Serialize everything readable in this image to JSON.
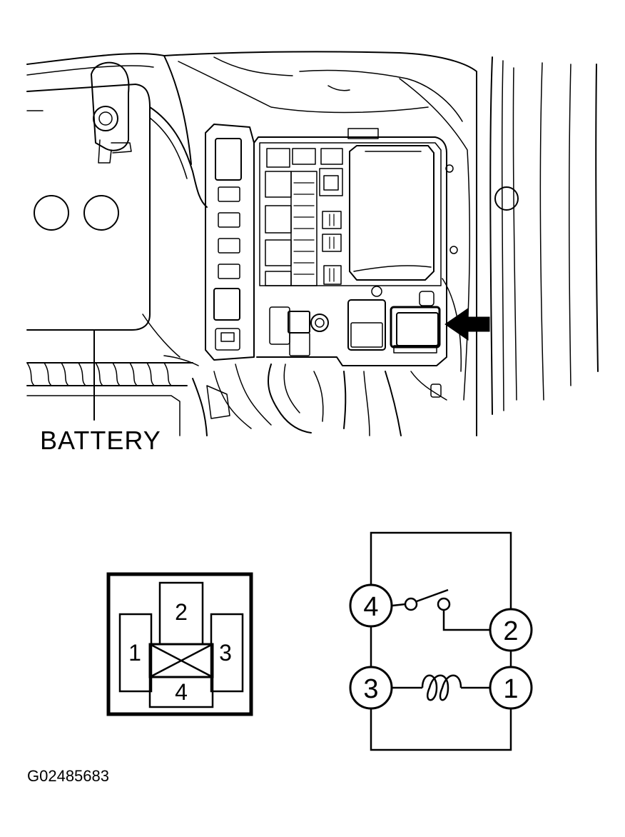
{
  "callouts": {
    "battery": "BATTERY"
  },
  "figure_id": "G02485683",
  "connector_view": {
    "pins": [
      "2",
      "1",
      "3",
      "4"
    ]
  },
  "relay_circuit": {
    "terminals": [
      "4",
      "2",
      "3",
      "1"
    ]
  },
  "colors": {
    "line": "#000000",
    "background": "#ffffff"
  }
}
